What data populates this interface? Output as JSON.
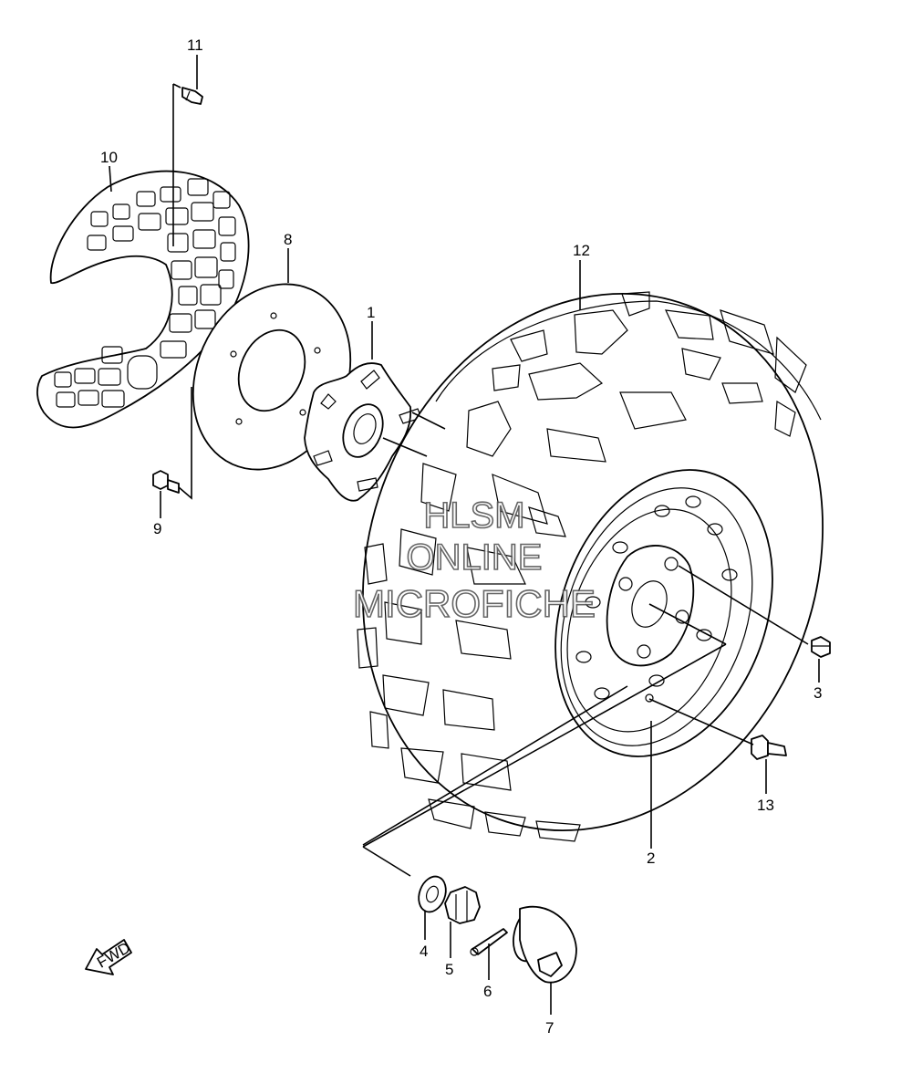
{
  "labels": {
    "p1": "1",
    "p2": "2",
    "p3": "3",
    "p4": "4",
    "p5": "5",
    "p6": "6",
    "p7": "7",
    "p8": "8",
    "p9": "9",
    "p10": "10",
    "p11": "11",
    "p12": "12",
    "p13": "13"
  },
  "watermark": {
    "line1": "HLSM",
    "line2": "ONLINE",
    "line3": "MICROFICHE"
  },
  "fwd_arrow": {
    "text": "FWD"
  }
}
